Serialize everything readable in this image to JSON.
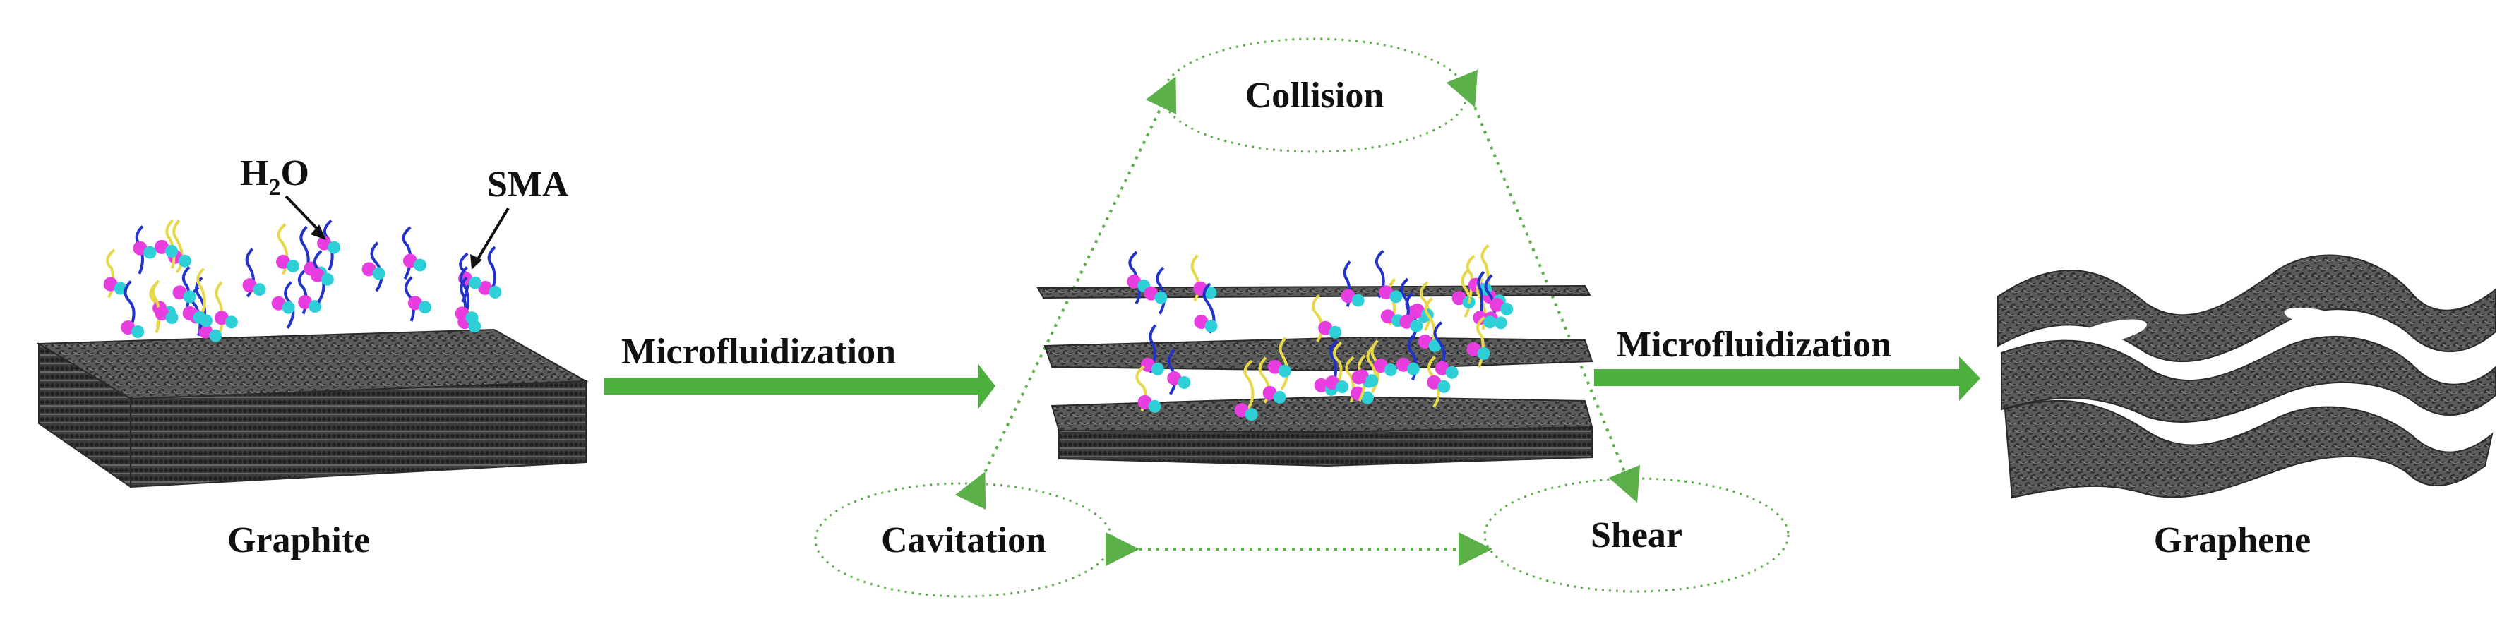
{
  "labels": {
    "h2o_main": "H",
    "h2o_sub": "2",
    "h2o_tail": "O",
    "sma": "SMA",
    "graphite": "Graphite",
    "microfluidization_1": "Microfluidization",
    "collision": "Collision",
    "cavitation": "Cavitation",
    "shear": "Shear",
    "microfluidization_2": "Microfluidization",
    "graphene": "Graphene"
  },
  "colors": {
    "arrow_green": "#4caf3e",
    "dotted_green": "#5cb04a",
    "sheet_gray": "#4a4a4a",
    "sheet_dark": "#2a2a2a",
    "water_magenta": "#e83ee0",
    "water_cyan": "#2ecfd6",
    "chain_yellow": "#e6d84a",
    "chain_blue": "#2233cc"
  }
}
